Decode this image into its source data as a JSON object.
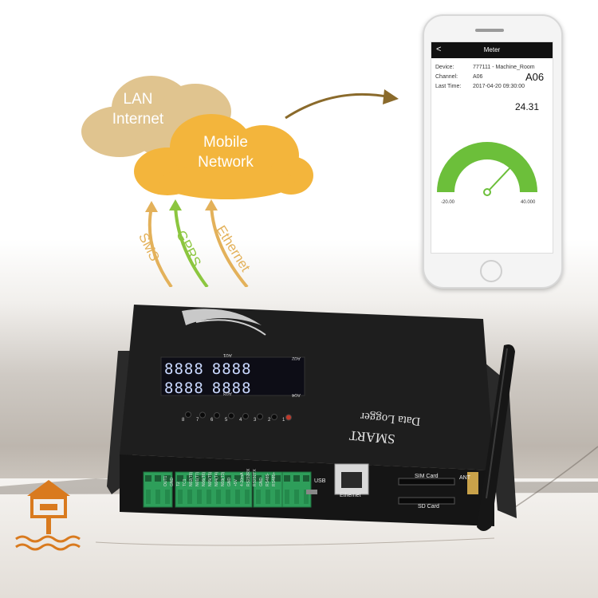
{
  "network": {
    "cloud_back_label": "LAN\nInternet",
    "cloud_front_label": "Mobile\nNetwork",
    "arrow_labels": [
      "SMS",
      "GPRS",
      "Ethernet"
    ],
    "arrow_colors": [
      "#e3b15a",
      "#8cc63f",
      "#e3b15a"
    ],
    "cloud_back_color": "#e0c48f",
    "cloud_front_color": "#f3b53c"
  },
  "phone": {
    "back_label": "<",
    "title": "Meter",
    "device_label": "Device:",
    "device_value": "777111 - Machine_Room",
    "channel_label": "Channel:",
    "channel_value": "A06",
    "channel_big": "A06",
    "time_label": "Last Time:",
    "time_value": "2017-04-20  09:30:00",
    "reading": "24.31",
    "gauge_min": "-20.00",
    "gauge_max": "40.000",
    "gauge_fraction": 0.74,
    "gauge_color": "#6cbf3a"
  },
  "device": {
    "brand_line1": "SMART",
    "brand_line2": "Data Logger",
    "display_rows": [
      [
        "8888",
        "8888"
      ],
      [
        "8888",
        "8888"
      ]
    ],
    "display_tags": [
      "A01",
      "A02",
      "A03",
      "A04"
    ],
    "led_labels": [
      "8",
      "7",
      "6",
      "5",
      "4",
      "3",
      "2",
      "1"
    ],
    "terminal_labels": [
      "OUT1",
      "GND",
      "T2",
      "TC1",
      "N02(T8)",
      "N01(T7)",
      "N06(T6)",
      "N05(T5)",
      "N04(T4)",
      "N03(T3)",
      "GND",
      "+5V",
      "4-20mA",
      "RS232RX",
      "RS232TX",
      "GND",
      "RS485-",
      "RS485+"
    ],
    "usb_label": "USB",
    "ethernet_label": "Ethernet",
    "sim_label": "SIM Card",
    "sd_label": "SD Card",
    "ant_label": "ANT",
    "body_color": "#1e1e1e",
    "terminal_color": "#2e9e5a"
  },
  "logo": {
    "color": "#d97a1e"
  }
}
